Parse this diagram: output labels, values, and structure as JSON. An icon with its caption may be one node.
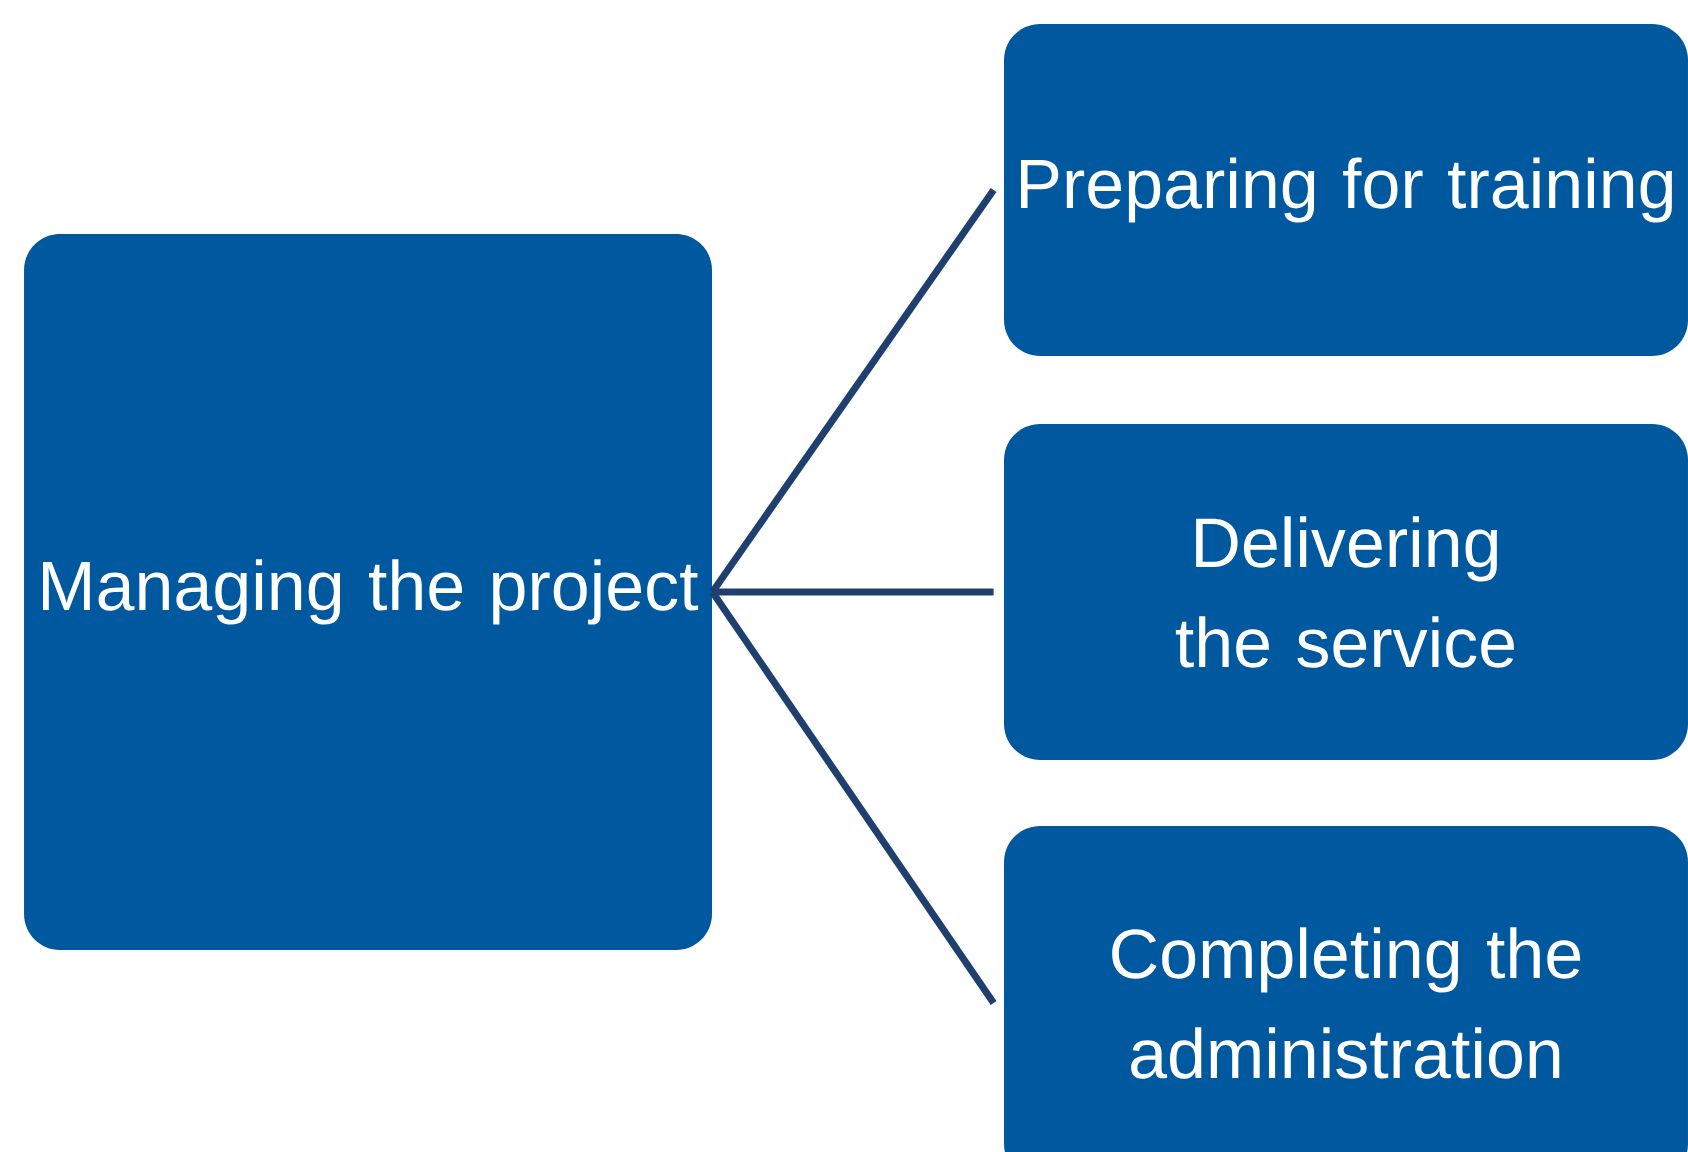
{
  "diagram": {
    "nodes": [
      {
        "text": [
          "Managing the project"
        ]
      },
      {
        "text": [
          "Preparing for training"
        ]
      },
      {
        "text": [
          "Delivering the service"
        ]
      },
      {
        "text": [
          "Completing the administration"
        ]
      }
    ],
    "edges": [
      {
        "from": 0,
        "to": 1,
        "arrow": "none"
      },
      {
        "from": 0,
        "to": 2,
        "arrow": "none"
      },
      {
        "from": 0,
        "to": 3,
        "arrow": "none"
      }
    ]
  }
}
